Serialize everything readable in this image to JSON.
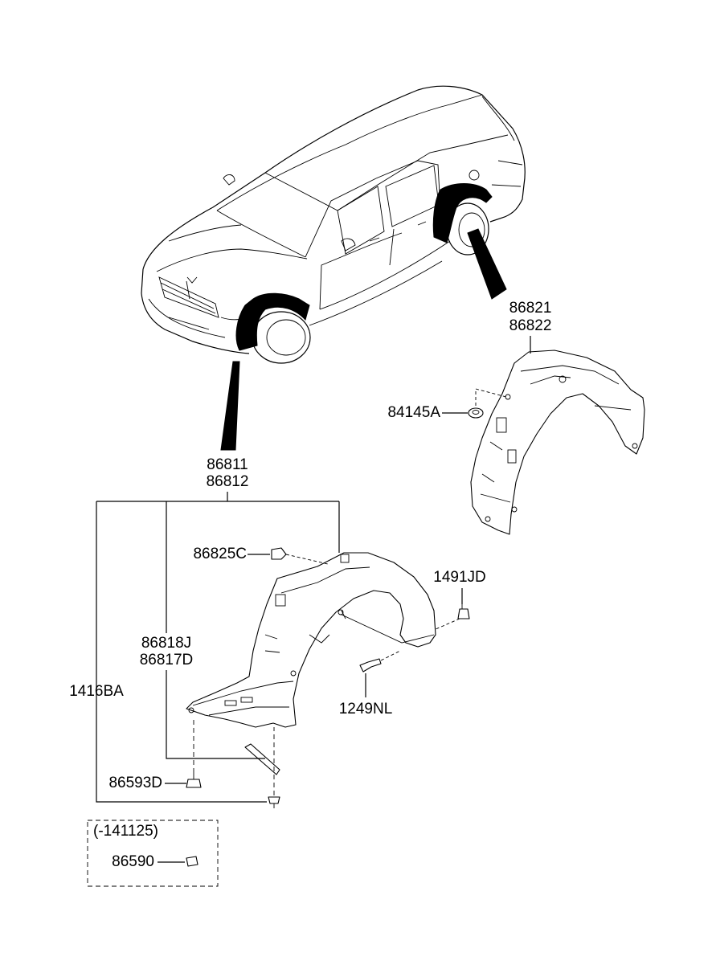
{
  "labels": {
    "rear_pair_a": "86821",
    "rear_pair_b": "86822",
    "rear_nut": "84145A",
    "front_pair_a": "86811",
    "front_pair_b": "86812",
    "front_clip": "86825C",
    "rear_fastener": "1491JD",
    "inner_pair_a": "86818J",
    "inner_pair_b": "86817D",
    "left_bolt": "1416BA",
    "screw": "1249NL",
    "bottom_clip": "86593D",
    "box_note": "(-141125)",
    "box_part": "86590"
  },
  "colors": {
    "line": "#000000",
    "background": "#ffffff"
  }
}
